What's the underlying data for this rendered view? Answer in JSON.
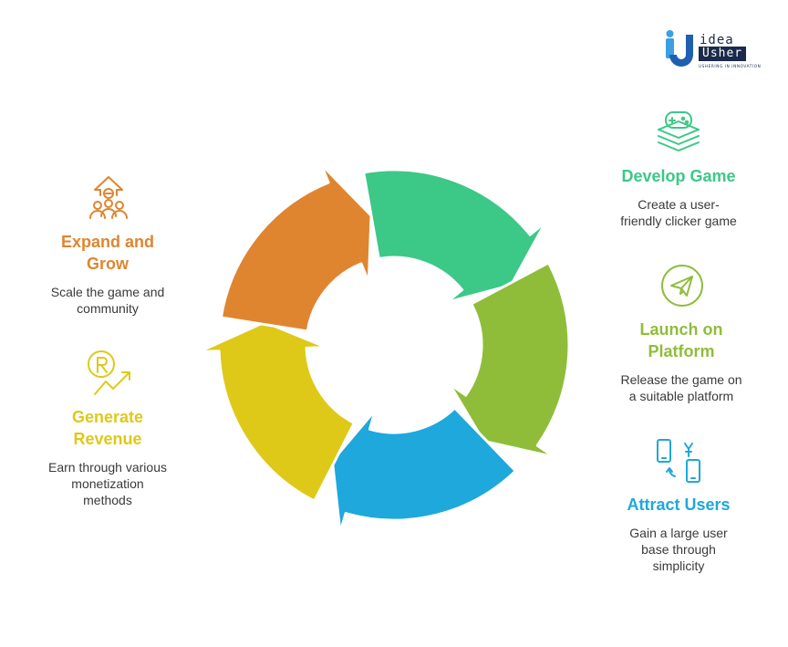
{
  "logo": {
    "line1": "idea",
    "line2": "Usher",
    "tagline": "USHERING IN INNOVATION"
  },
  "colors": {
    "green": "#3cc887",
    "olive": "#8fbd3a",
    "blue": "#1ea8dc",
    "yellow": "#dfc918",
    "orange": "#df8530",
    "dark_navy": "#1b2a4a"
  },
  "stages": {
    "develop": {
      "title": "Develop Game",
      "desc_lines": [
        "Create a user-",
        "friendly clicker game"
      ],
      "icon": "gamepad-stack-icon"
    },
    "launch": {
      "title_lines": [
        "Launch on",
        "Platform"
      ],
      "desc_lines": [
        "Release the game on",
        "a suitable platform"
      ],
      "icon": "paper-plane-icon"
    },
    "attract": {
      "title": "Attract Users",
      "desc_lines": [
        "Gain a large user",
        "base through",
        "simplicity"
      ],
      "icon": "phones-exchange-icon"
    },
    "revenue": {
      "title_lines": [
        "Generate",
        "Revenue"
      ],
      "desc_lines": [
        "Earn through various",
        "monetization",
        "methods"
      ],
      "icon": "rupee-growth-icon"
    },
    "expand": {
      "title_lines": [
        "Expand and",
        "Grow"
      ],
      "desc_lines": [
        "Scale the game and",
        "community"
      ],
      "icon": "community-growth-icon"
    }
  }
}
